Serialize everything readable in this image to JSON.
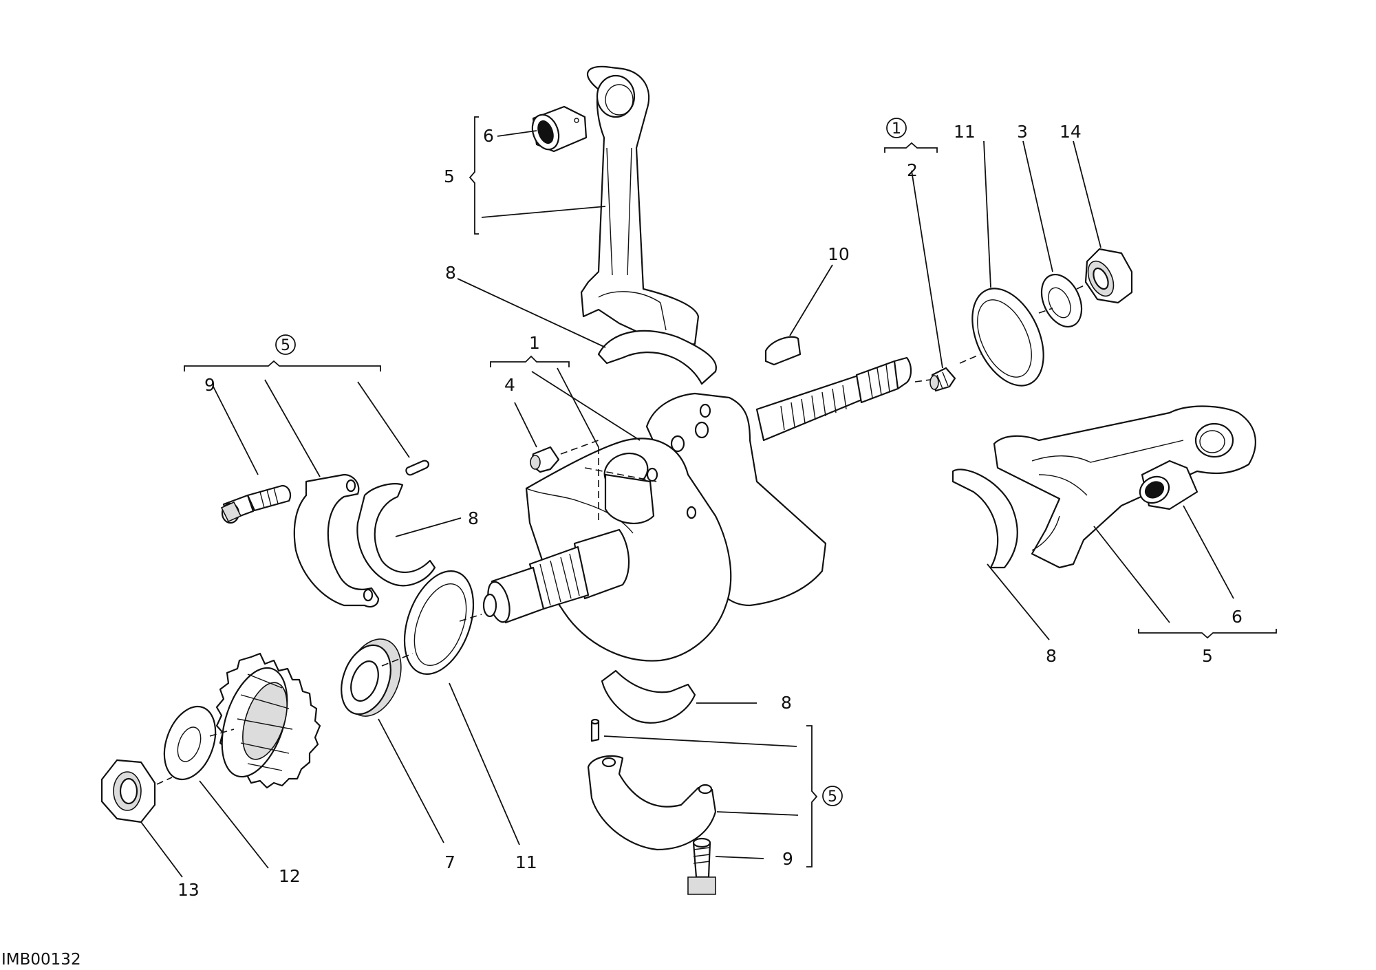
{
  "diagram": {
    "labels": {
      "crankshaft": "1",
      "plug_right": "2",
      "washer_right": "3",
      "plug_left": "4",
      "conrod_top": "5",
      "bushing_top": "6",
      "bearing_top": "8",
      "bearing_cap_left": "8",
      "screw_left": "9",
      "key": "10",
      "shim_right": "11",
      "nut_right": "14",
      "conrod_right_bearing": "8",
      "bushing_right": "6",
      "conrod_right": "5",
      "bearing_bottom": "8",
      "screw_bottom": "9",
      "seal": "7",
      "shim_left": "11",
      "washer_left": "12",
      "nut_left": "13"
    },
    "circled": {
      "plug_right_note": "1",
      "cap_left_note": "5",
      "cap_bottom_note": "5"
    },
    "code": "IMB00132"
  }
}
